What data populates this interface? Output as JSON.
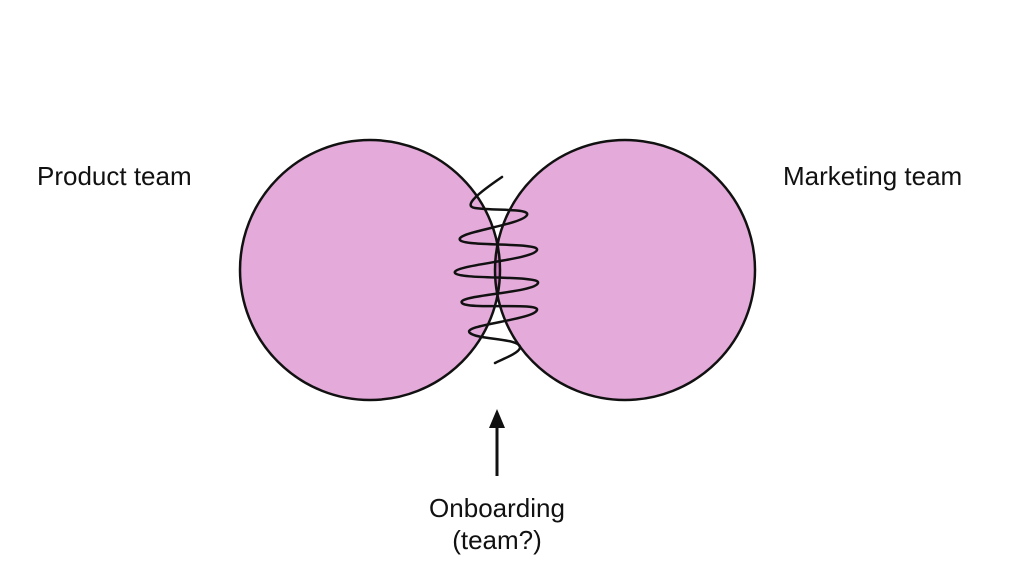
{
  "labels": {
    "left_set": "Product team",
    "right_set": "Marketing team",
    "overlap_line1": "Onboarding",
    "overlap_line2": "(team?)"
  },
  "colors": {
    "circle_fill": "#e4aad9",
    "overlap_fill": "#d480c5",
    "stroke": "#111111"
  }
}
